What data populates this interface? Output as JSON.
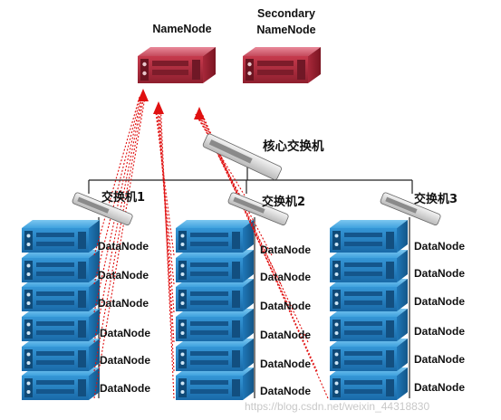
{
  "namenode": {
    "label": "NameNode"
  },
  "secondary": {
    "label_line1": "Secondary",
    "label_line2": "NameNode"
  },
  "core_switch": {
    "label": "核心交换机"
  },
  "switches": [
    {
      "label": "交换机1"
    },
    {
      "label": "交换机2"
    },
    {
      "label": "交换机3"
    }
  ],
  "datanode_label": "DataNode",
  "watermark": "https://blog.csdn.net/weixin_44318830",
  "colors": {
    "namenode_red": "#c4384a",
    "datanode_blue": "#2a8fd4",
    "arrow_red": "#e01010",
    "line_black": "#222222"
  }
}
